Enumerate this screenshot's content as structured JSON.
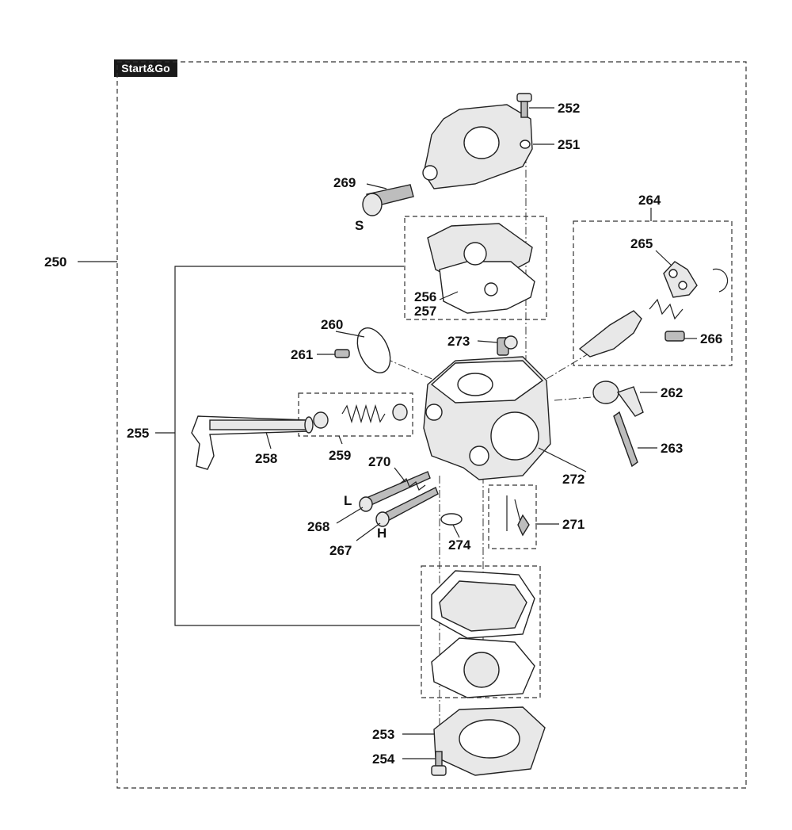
{
  "header": {
    "badge": "Start&Go"
  },
  "labels": {
    "p250": "250",
    "p251": "251",
    "p252": "252",
    "p253": "253",
    "p254": "254",
    "p255": "255",
    "p256": "256",
    "p257": "257",
    "p258": "258",
    "p259": "259",
    "p260": "260",
    "p261": "261",
    "p262": "262",
    "p263": "263",
    "p264": "264",
    "p265": "265",
    "p266": "266",
    "p267": "267",
    "p268": "268",
    "p269": "269",
    "p270": "270",
    "p271": "271",
    "p272": "272",
    "p273": "273",
    "p274": "274",
    "screw_s": "S",
    "screw_l": "L",
    "screw_h": "H"
  }
}
